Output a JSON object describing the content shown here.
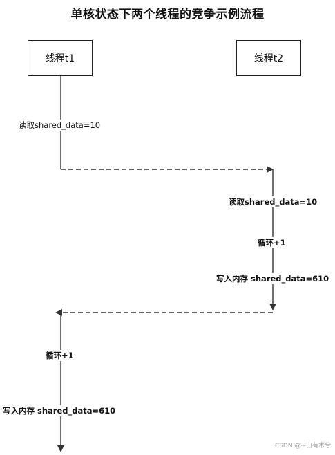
{
  "title": "单核状态下两个线程的竞争示例流程",
  "threads": {
    "t1": "线程t1",
    "t2": "线程t2"
  },
  "steps": {
    "t1_read": "读取shared_data=10",
    "t2_read": "读取shared_data=10",
    "t2_loop": "循环+1",
    "t2_write": "写入内存 shared_data=610",
    "t1_loop": "循环+1",
    "t1_write": "写入内存 shared_data=610"
  },
  "watermark": "CSDN @~山有木兮"
}
